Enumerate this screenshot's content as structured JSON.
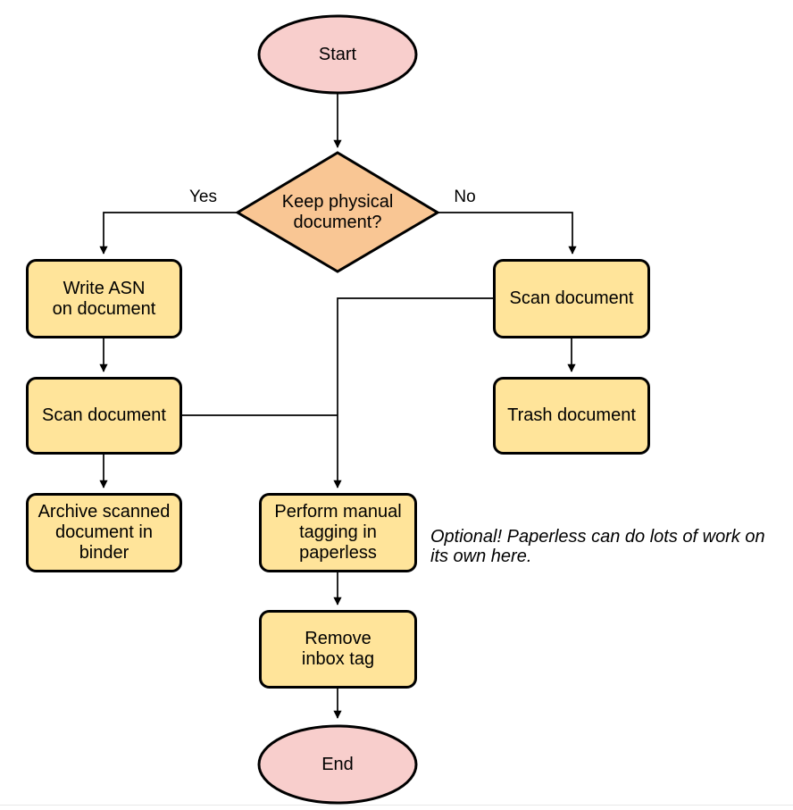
{
  "colors": {
    "terminal_fill": "#f8cecc",
    "decision_fill": "#f9c694",
    "process_fill": "#ffe49a",
    "stroke": "#000000",
    "background": "#ffffff"
  },
  "nodes": {
    "start": {
      "type": "terminal",
      "label": "Start"
    },
    "decision": {
      "type": "decision",
      "label": "Keep physical document?",
      "lines": [
        "Keep physical",
        "document?"
      ]
    },
    "write_asn": {
      "type": "process",
      "label": "Write ASN on document",
      "lines": [
        "Write ASN",
        "on document"
      ]
    },
    "scan_left": {
      "type": "process",
      "label": "Scan document"
    },
    "archive": {
      "type": "process",
      "label": "Archive scanned document in binder",
      "lines": [
        "Archive scanned",
        "document in",
        "binder"
      ]
    },
    "scan_right": {
      "type": "process",
      "label": "Scan document"
    },
    "trash": {
      "type": "process",
      "label": "Trash document"
    },
    "tagging": {
      "type": "process",
      "label": "Perform manual tagging in paperless",
      "lines": [
        "Perform manual",
        "tagging in",
        "paperless"
      ]
    },
    "remove_inbox": {
      "type": "process",
      "label": "Remove inbox tag",
      "lines": [
        "Remove",
        "inbox tag"
      ]
    },
    "end": {
      "type": "terminal",
      "label": "End"
    }
  },
  "edges": {
    "yes_label": "Yes",
    "no_label": "No"
  },
  "note": {
    "text": "Optional! Paperless can do lots of work on its own here."
  }
}
